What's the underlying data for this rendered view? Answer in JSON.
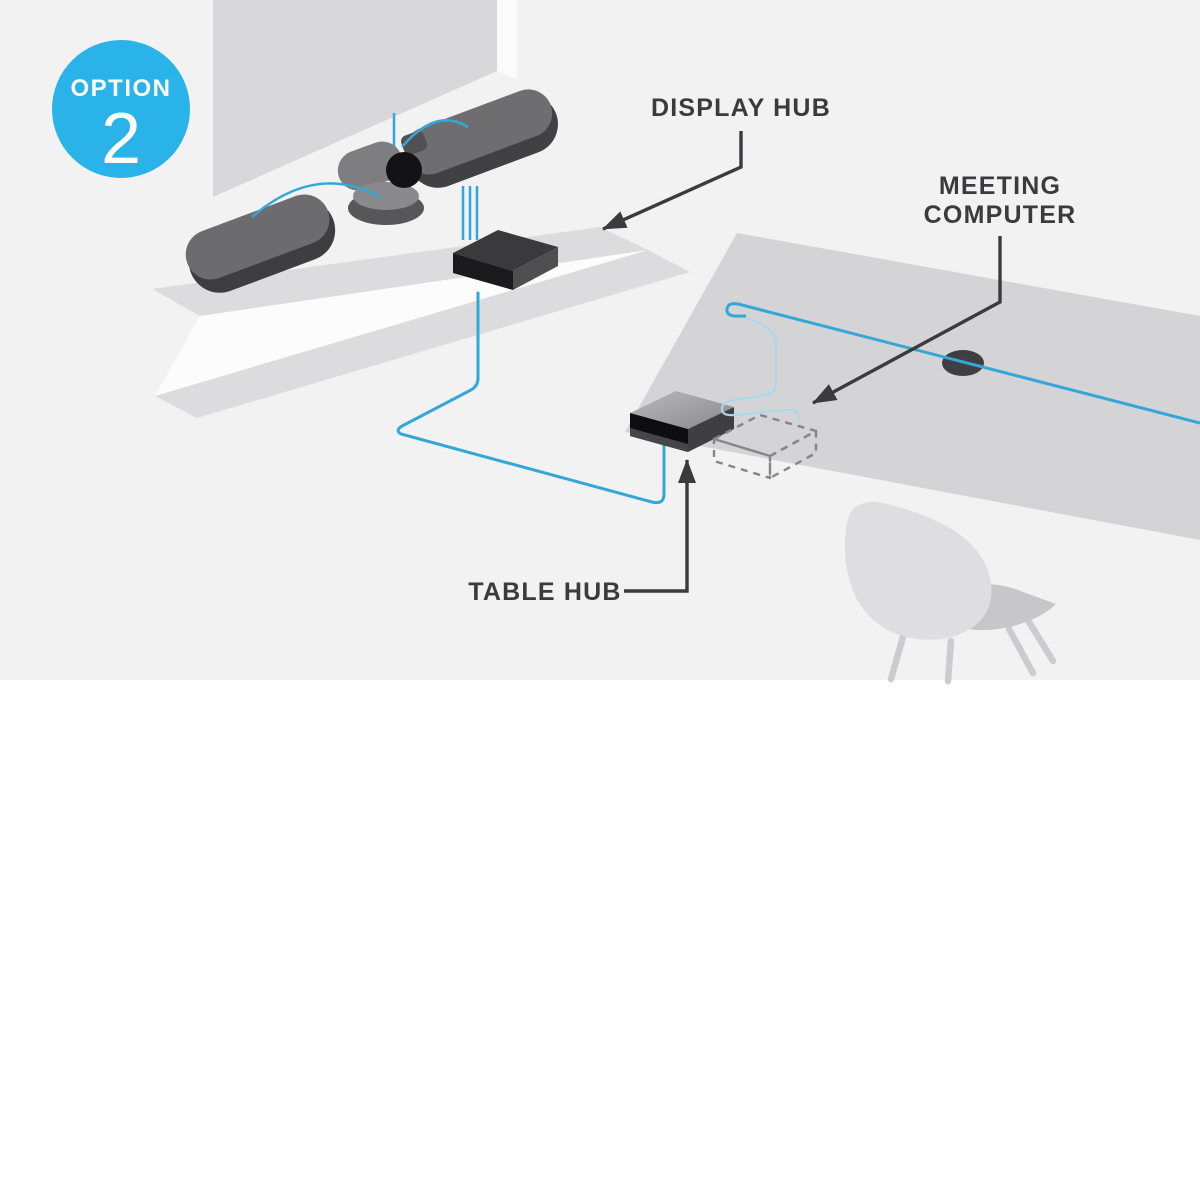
{
  "badge": {
    "label": "OPTION",
    "number": "2"
  },
  "labels": {
    "display_hub": "DISPLAY HUB",
    "meeting_computer": {
      "line1": "MEETING",
      "line2": "COMPUTER"
    },
    "table_hub": "TABLE HUB"
  },
  "colors": {
    "badge_blue": "#29b3e9",
    "cable_blue": "#34a7d8",
    "cable_faint": "#aad7ea",
    "ink": "#3b3b3d",
    "room_background": "#f2f2f3",
    "surface_gray": "#dcdcde",
    "table_gray": "#d4d4d6"
  }
}
